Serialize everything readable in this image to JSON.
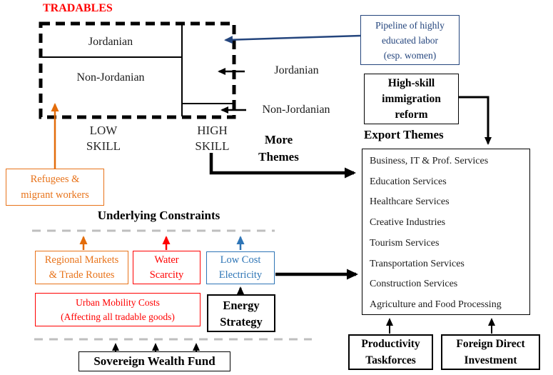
{
  "colors": {
    "red": "#FF0000",
    "orange": "#E36C0A",
    "navy": "#24457D",
    "blue": "#2E75B6",
    "gray_dash": "#BFBFBF",
    "black": "#000000"
  },
  "tradables_title": "TRADABLES",
  "matrix": {
    "jordanian": "Jordanian",
    "non_jordanian": "Non-Jordanian",
    "low_skill": {
      "lines": [
        "LOW",
        "SKILL"
      ]
    },
    "high_skill": {
      "lines": [
        "HIGH",
        "SKILL"
      ]
    }
  },
  "right_labels": {
    "jordanian": "Jordanian",
    "non_jordanian": "Non-Jordanian"
  },
  "pipeline_box": {
    "lines": [
      "Pipeline of highly",
      "educated labor",
      "(esp. women)"
    ]
  },
  "reform_box": {
    "lines": [
      "High-skill",
      "immigration",
      "reform"
    ]
  },
  "more_themes": {
    "lines": [
      "More",
      "Themes"
    ]
  },
  "export_themes_heading": "Export Themes",
  "export_box": {
    "items": [
      "Business, IT & Prof. Services",
      "Education Services",
      "Healthcare Services",
      "Creative Industries",
      "Tourism Services",
      "Transportation Services",
      "Construction Services",
      "Agriculture and Food Processing"
    ]
  },
  "refugees_box": {
    "lines": [
      "Refugees &",
      "migrant workers"
    ]
  },
  "constraints_heading": "Underlying Constraints",
  "regional_box": {
    "lines": [
      "Regional Markets",
      "& Trade Routes"
    ]
  },
  "water_box": {
    "lines": [
      "Water",
      "Scarcity"
    ]
  },
  "electricity_box": {
    "lines": [
      "Low Cost",
      "Electricity"
    ]
  },
  "urban_box": {
    "lines": [
      "Urban Mobility Costs",
      "(Affecting all tradable goods)"
    ]
  },
  "energy_box": {
    "lines": [
      "Energy",
      "Strategy"
    ]
  },
  "sovereign_box": {
    "label": "Sovereign Wealth Fund"
  },
  "productivity_box": {
    "lines": [
      "Productivity",
      "Taskforces"
    ]
  },
  "fdi_box": {
    "lines": [
      "Foreign Direct",
      "Investment"
    ]
  }
}
